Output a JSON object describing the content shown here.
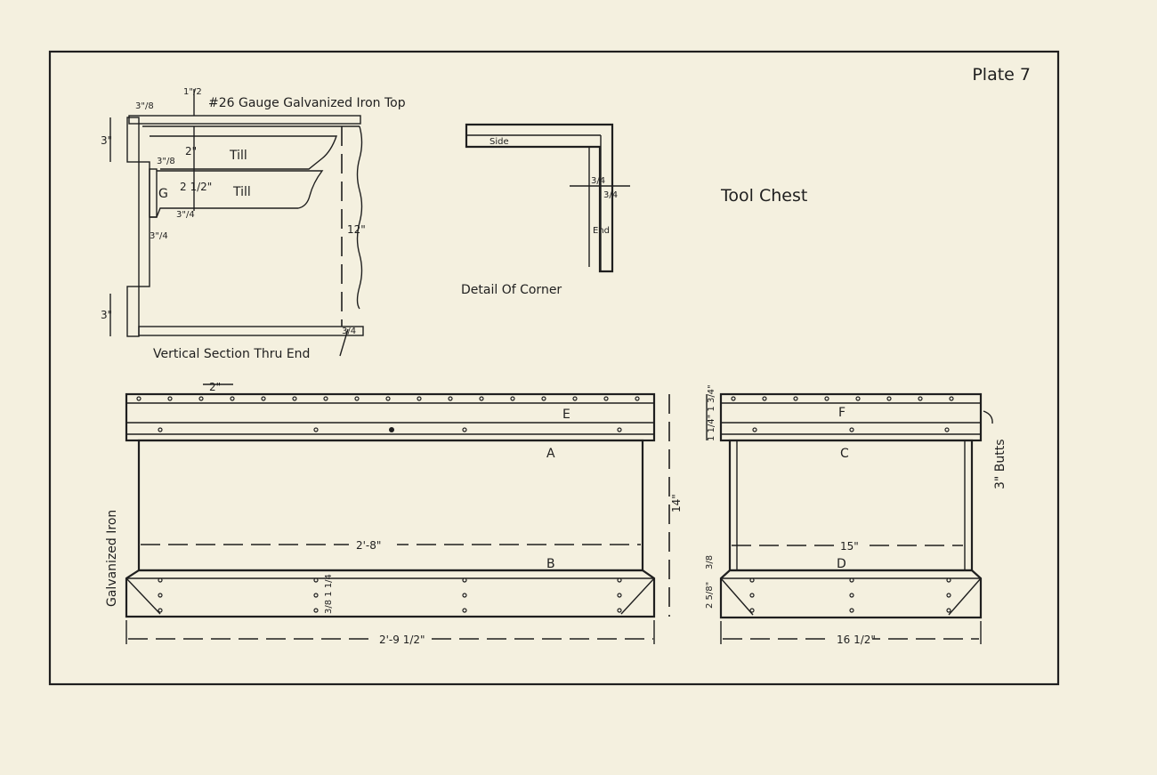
{
  "plate_label": "Plate 7",
  "title": "Tool Chest",
  "section": {
    "caption": "Vertical Section Thru End",
    "top_note": "#26 Gauge Galvanized Iron Top",
    "till_upper": "Till",
    "till_lower": "Till",
    "part_g": "G",
    "dims": {
      "top_thick": "3\"/8",
      "iron_gap": "1\"/2",
      "top_band": "3\"",
      "till_upper_h": "2\"",
      "till_lower_h": "2 1/2\"",
      "ledge_small": "3\"/8",
      "ledge_thick": "3\"/4",
      "ledge_low": "3\"/4",
      "height": "12\"",
      "bottom_band": "3\"",
      "bottom_thick": "3/4"
    }
  },
  "corner": {
    "caption": "Detail Of Corner",
    "side_label": "Side",
    "end_label": "End",
    "dim_a": "3/4",
    "dim_b": "3/4"
  },
  "front": {
    "top_band_label": "E",
    "panel_label": "A",
    "bottom_band_label": "B",
    "spacing": "2\"",
    "inner_width": "2'-8\"",
    "outer_width": "2'-9 1/2\"",
    "height": "14\"",
    "iron_note": "Galvanized Iron",
    "base_dims": "3/8 1 1/4"
  },
  "end": {
    "top_band_label": "F",
    "panel_label": "C",
    "bottom_band_label": "D",
    "inner_width": "15\"",
    "outer_width": "16 1/2\"",
    "hinge_note": "3\" Butts",
    "band_dims": "1 1/4\" 1 3/4\"",
    "bottom_thick": "3/8",
    "base_dims": "2 5/8\""
  }
}
